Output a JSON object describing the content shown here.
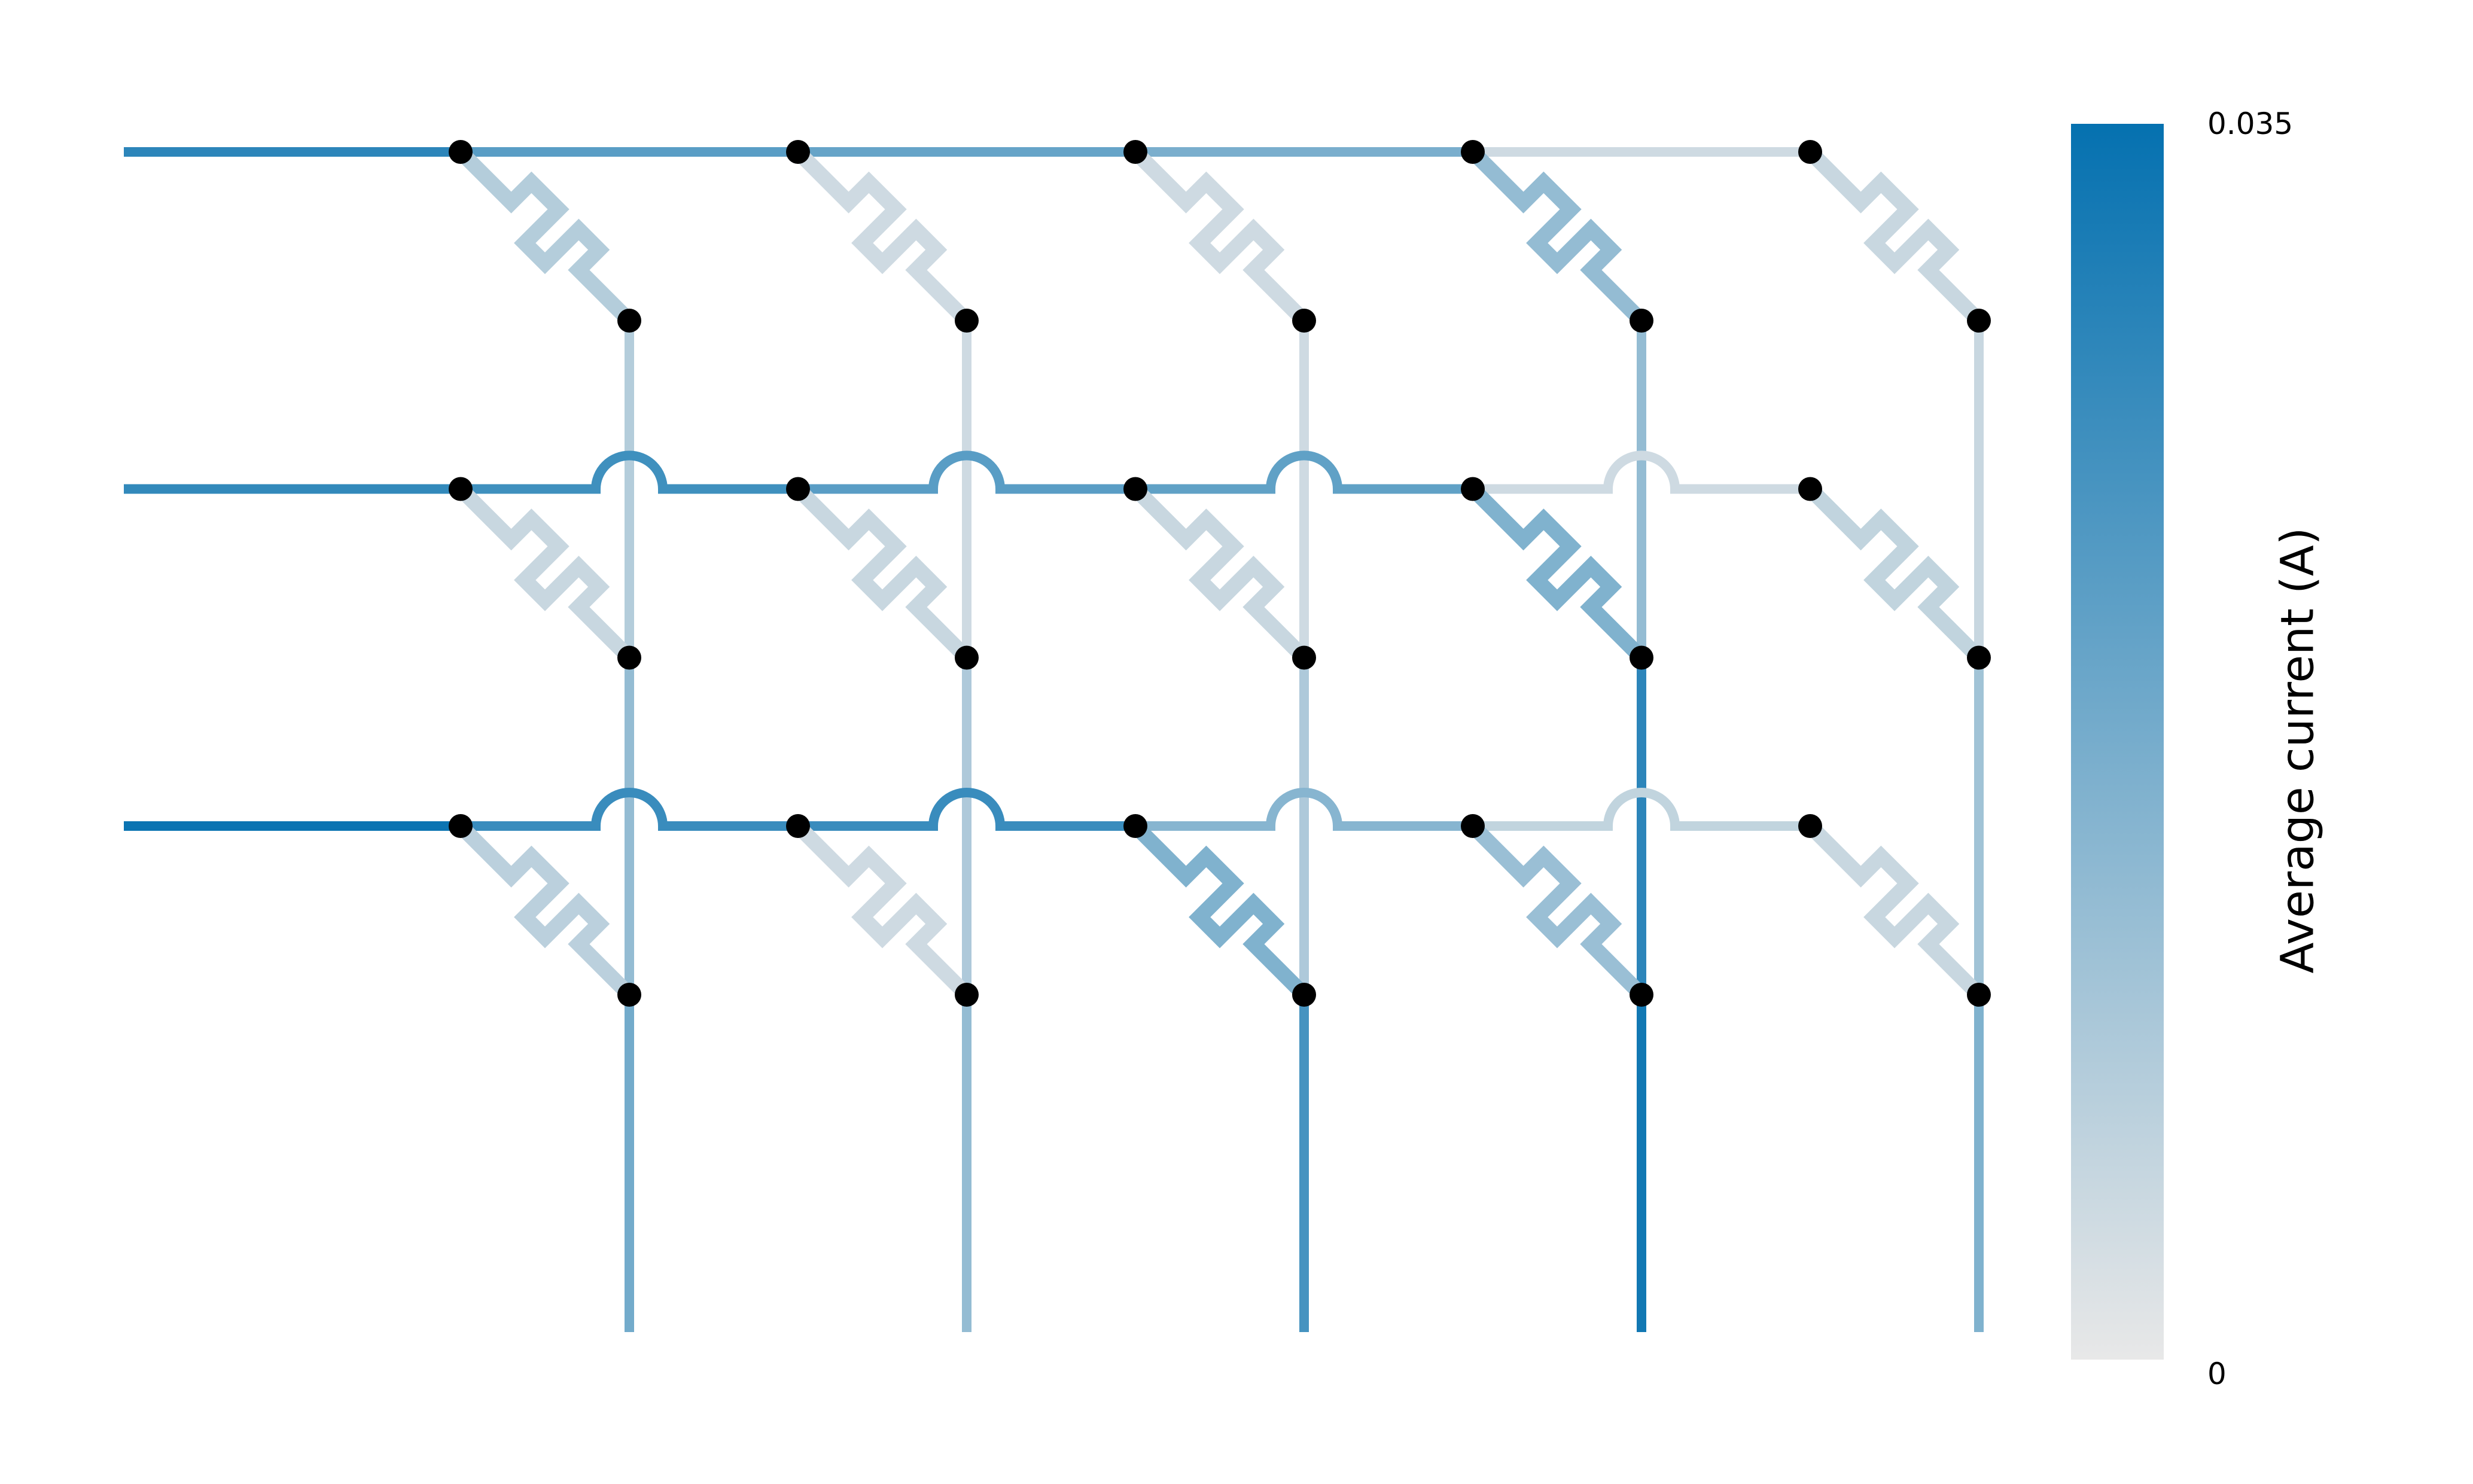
{
  "colorbar": {
    "label": "Average current (A)",
    "max_label": "0.035",
    "min_label": "0",
    "vmin": 0,
    "vmax": 0.035,
    "color_low": "#e8e8e8",
    "color_high": "#0571b0"
  },
  "chart_data": {
    "type": "heatmap",
    "title": "",
    "description": "3x5 memristor/resistor crossbar array; segments colored by average current",
    "colorbar_label": "Average current (A)",
    "range": [
      0,
      0.035
    ],
    "rows": 3,
    "cols": 5,
    "row_input_current": [
      0.029,
      0.028,
      0.034
    ],
    "row_wire_current": [
      [
        0.022,
        0.02,
        0.017,
        0.004
      ],
      [
        0.026,
        0.022,
        0.021,
        0.004
      ],
      [
        0.027,
        0.027,
        0.015,
        0.006
      ]
    ],
    "device_current": [
      [
        0.008,
        0.004,
        0.004,
        0.013,
        0.005
      ],
      [
        0.005,
        0.005,
        0.005,
        0.016,
        0.006
      ],
      [
        0.007,
        0.004,
        0.016,
        0.012,
        0.005
      ]
    ],
    "column_wire_current": [
      [
        0.008,
        0.013,
        0.018
      ],
      [
        0.004,
        0.009,
        0.013
      ],
      [
        0.004,
        0.009,
        0.025
      ],
      [
        0.013,
        0.029,
        0.033
      ],
      [
        0.005,
        0.011,
        0.016
      ]
    ]
  }
}
